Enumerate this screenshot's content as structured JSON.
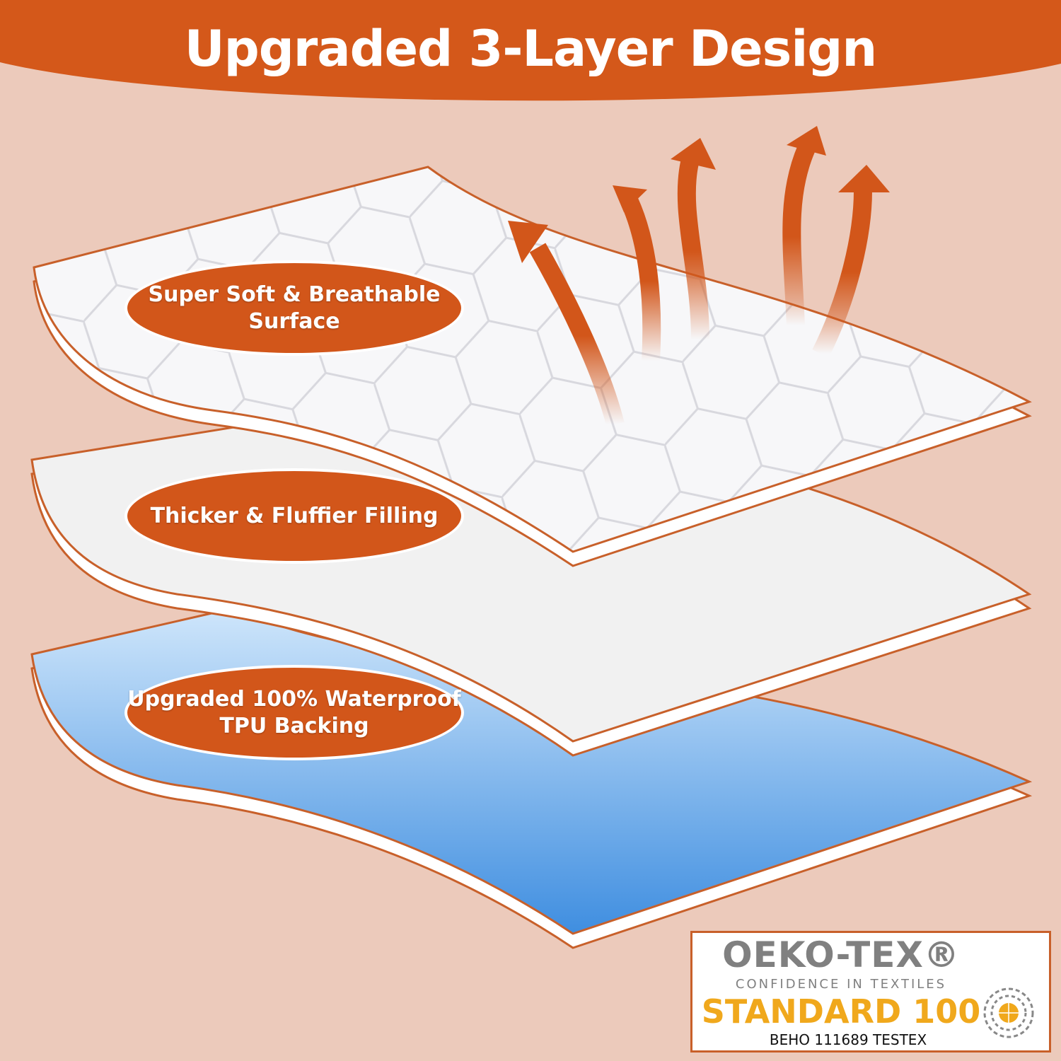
{
  "header": {
    "title": "Upgraded 3-Layer Design"
  },
  "layers": [
    {
      "label_line1": "Super Soft & Breathable",
      "label_line2": "Surface"
    },
    {
      "label_line1": "Thicker & Fluffier Filling",
      "label_line2": ""
    },
    {
      "label_line1": "Upgraded 100% Waterproof",
      "label_line2": "TPU Backing"
    }
  ],
  "badge": {
    "brand": "OEKO-TEX®",
    "tagline": "CONFIDENCE IN TEXTILES",
    "standard": "STANDARD 100",
    "certificate": "BEHO 111689 TESTEX"
  },
  "colors": {
    "accent": "#d2561a",
    "background": "#eccabb",
    "badge_gold": "#f0a81c"
  }
}
